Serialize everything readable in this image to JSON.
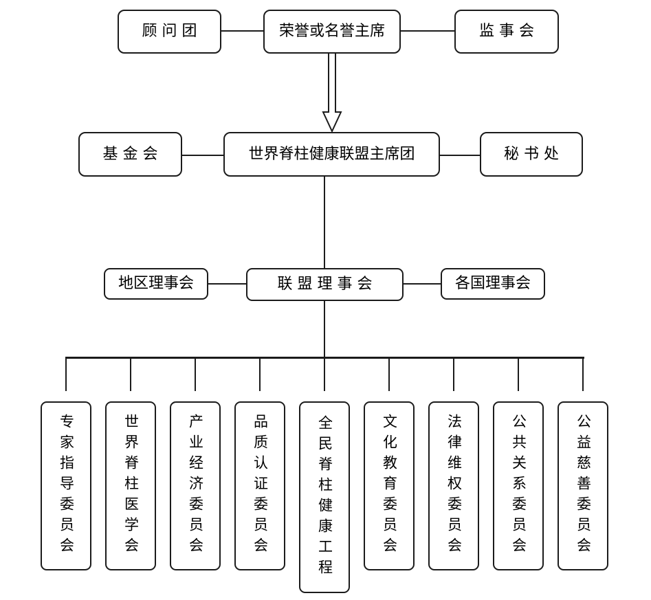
{
  "org_chart": {
    "top_row": {
      "advisory_group": "顾 问 团",
      "honorary_chairman": "荣誉或名誉主席",
      "supervisory_board": "监 事 会"
    },
    "second_row": {
      "foundation": "基 金 会",
      "presidium": "世界脊柱健康联盟主席团",
      "secretariat": "秘 书 处"
    },
    "third_row": {
      "regional_council": "地区理事会",
      "alliance_council": "联 盟 理 事 会",
      "national_councils": "各国理事会"
    },
    "committees": [
      {
        "label": "专家指导委员会"
      },
      {
        "label": "世界脊柱医学会"
      },
      {
        "label": "产业经济委员会"
      },
      {
        "label": "品质认证委员会"
      },
      {
        "label": "全民脊柱健康工程"
      },
      {
        "label": "文化教育委员会"
      },
      {
        "label": "法律维权委员会"
      },
      {
        "label": "公共关系委员会"
      },
      {
        "label": "公益慈善委员会"
      }
    ],
    "colors": {
      "line": "#1b1b1b",
      "box_border": "#1b1b1b",
      "background": "#ffffff",
      "text": "#000000"
    }
  }
}
